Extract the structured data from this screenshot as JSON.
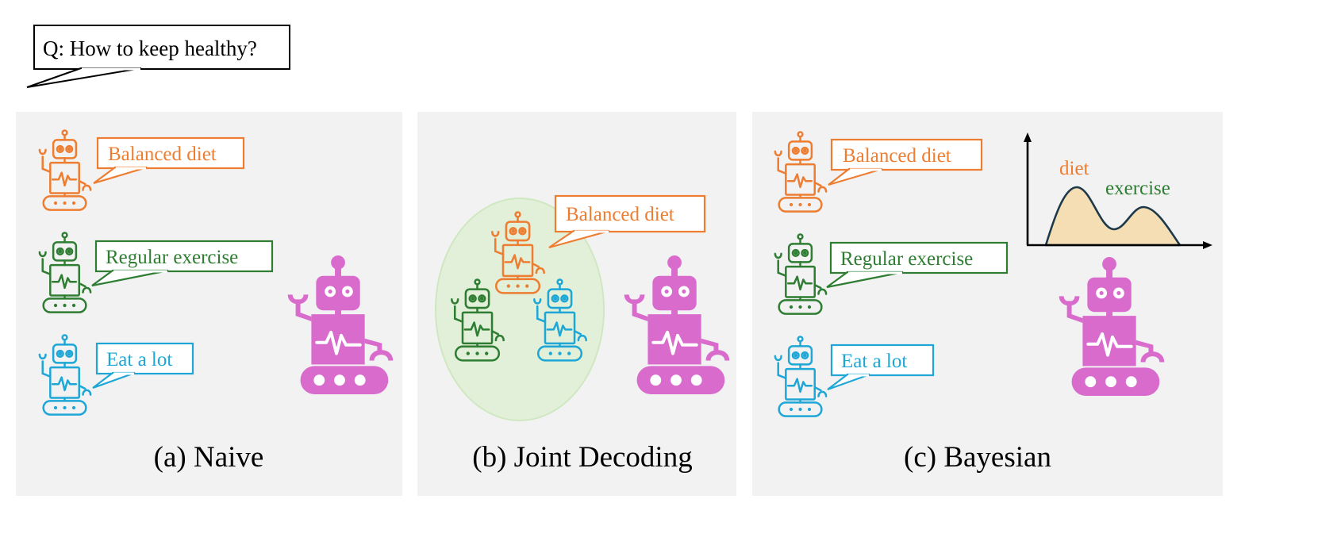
{
  "question": "Q: How to keep healthy?",
  "panels": {
    "naive": {
      "caption": "(a) Naive",
      "bubbles": [
        "Balanced diet",
        "Regular exercise",
        "Eat a lot"
      ]
    },
    "joint": {
      "caption": "(b) Joint Decoding",
      "bubble": "Balanced diet"
    },
    "bayesian": {
      "caption": "(c) Bayesian",
      "bubbles": [
        "Balanced diet",
        "Regular exercise",
        "Eat a lot"
      ],
      "dist_labels": {
        "peak1": "diet",
        "peak2": "exercise"
      }
    }
  },
  "colors": {
    "orange": "#ed7d31",
    "green": "#2e7d32",
    "blue": "#1ea7d6",
    "magenta": "#d96bcd",
    "panel_bg": "#f2f2f2",
    "ellipse_fill": "#e2f0d9",
    "ellipse_stroke": "#cfe8c1",
    "dist_fill": "#f5deb3",
    "dist_stroke": "#1e3a4a"
  },
  "icons": {
    "small_robot": "robot-icon",
    "large_robot": "robot-icon"
  }
}
